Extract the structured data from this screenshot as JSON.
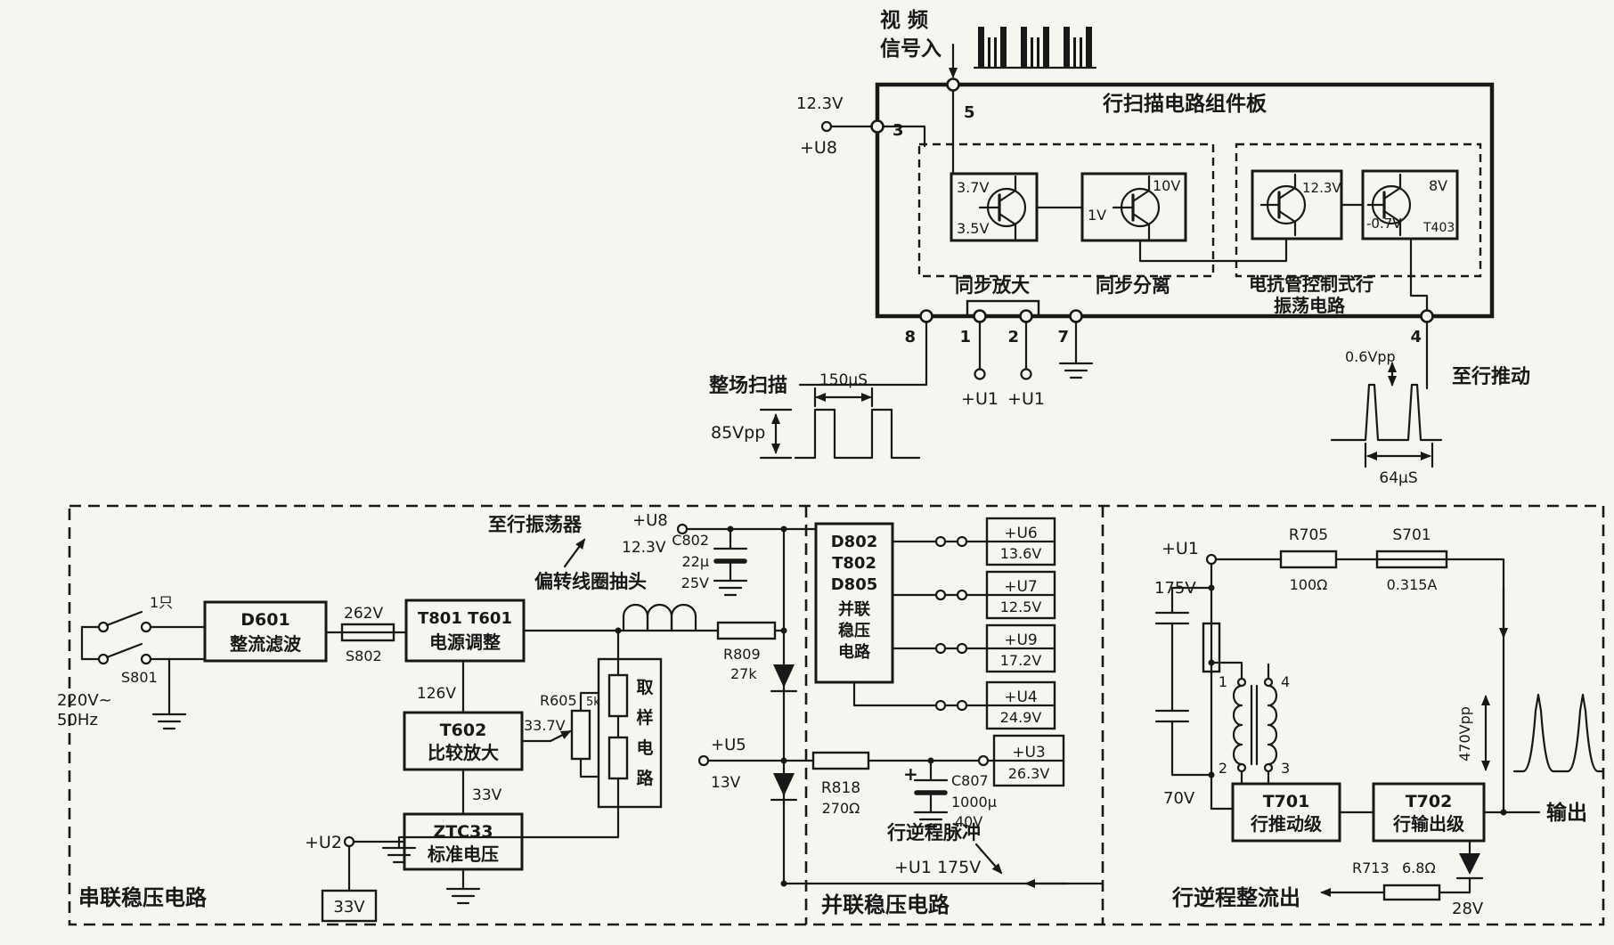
{
  "colors": {
    "paper": "#f6f5f0",
    "ink": "#181818"
  },
  "top": {
    "video_l1": "视 频",
    "video_l2": "信号入",
    "board_title": "行扫描电路组件板",
    "pins": {
      "p5": "5",
      "p3": "3",
      "p8": "8",
      "p1": "1",
      "p2": "2",
      "p7": "7",
      "p4": "4"
    },
    "supply_v": "12.3V",
    "supply_u": "+U8",
    "amp_v1": "3.7V",
    "amp_v2": "3.5V",
    "amp_label": "同步放大",
    "sep_v1": "10V",
    "sep_v2": "1V",
    "sep_label": "同步分离",
    "osc_v1": "12.3V",
    "osc_v2": "8V",
    "osc_v3": "-0.7V",
    "osc_t": "T403",
    "osc_label1": "电抗管控制式行",
    "osc_label2": "振荡电路",
    "field_scan": "整场扫描",
    "amp85": "85Vpp",
    "t150": "150μS",
    "u1a": "+U1",
    "u1b": "+U1",
    "to_drive": "至行推动",
    "amp06": "0.6Vpp",
    "t64": "64μS"
  },
  "series": {
    "sw_qty": "1只",
    "sw": "S801",
    "mains_v": "220V~",
    "mains_f": "50Hz",
    "d601_1": "D601",
    "d601_2": "整流滤波",
    "v262": "262V",
    "fuse": "S802",
    "t801_1": "T801 T601",
    "t801_2": "电源调整",
    "v126": "126V",
    "t602_1": "T602",
    "t602_2": "比较放大",
    "r605": "R605",
    "r605_val": "5k",
    "v337": "33.7V",
    "sample": [
      "取",
      "样",
      "电",
      "路"
    ],
    "v33": "33V",
    "ztc_1": "ZTC33",
    "ztc_2": "标准电压",
    "u2": "+U2",
    "v33_box": "33V",
    "title": "串联稳压电路",
    "to_osc": "至行振荡器",
    "coil_tap": "偏转线圈抽头",
    "u8": "+U8",
    "u8_v": "12.3V",
    "c802": "C802",
    "c802_val": "22μ",
    "c802_v": "25V",
    "r809": "R809",
    "r809_val": "27k",
    "u5": "+U5",
    "u5_v": "13V"
  },
  "shunt": {
    "reg": [
      "D802",
      "T802",
      "D805",
      "并联",
      "稳压",
      "电路"
    ],
    "outs": [
      {
        "u": "+U6",
        "v": "13.6V"
      },
      {
        "u": "+U7",
        "v": "12.5V"
      },
      {
        "u": "+U9",
        "v": "17.2V"
      },
      {
        "u": "+U4",
        "v": "24.9V"
      }
    ],
    "u3": "+U3",
    "u3_v": "26.3V",
    "r818": "R818",
    "r818_val": "270Ω",
    "plus": "+",
    "c807": "C807",
    "c807_val": "1000μ",
    "c807_v": "40V",
    "flyback": "行逆程脉冲",
    "u1_175": "+U1 175V",
    "title": "并联稳压电路"
  },
  "output": {
    "u1": "+U1",
    "v175": "175V",
    "r705": "R705",
    "r705_val": "100Ω",
    "s701": "S701",
    "s701_val": "0.315A",
    "p1": "1",
    "p2": "2",
    "p3": "3",
    "p4": "4",
    "v70": "70V",
    "t701_1": "T701",
    "t701_2": "行推动级",
    "t702_1": "T702",
    "t702_2": "行输出级",
    "amp470": "470Vpp",
    "out": "输出",
    "r713": "R713",
    "r713_val": "6.8Ω",
    "v28": "28V",
    "flyback_out": "行逆程整流出"
  }
}
